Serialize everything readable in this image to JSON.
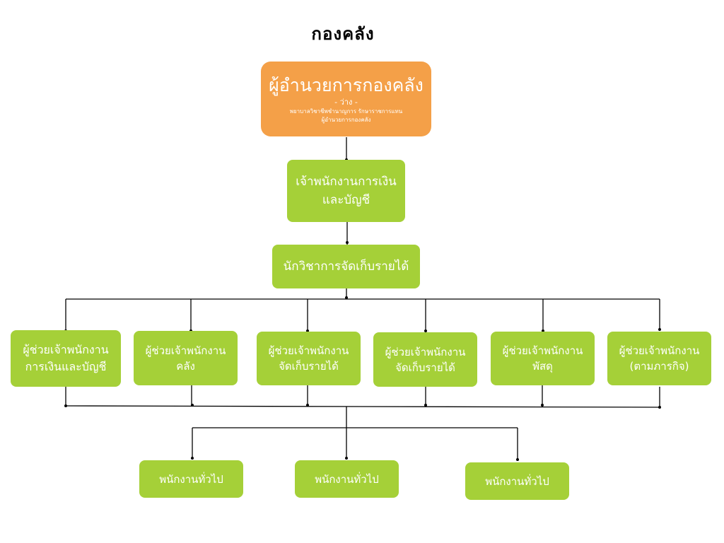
{
  "title": "กองคลัง",
  "colors": {
    "director": "#f4a048",
    "unit": "#a5d038",
    "connector": "#000000"
  },
  "director": {
    "title": "ผู้อำนวยการกองคลัง",
    "status": "- ว่าง -",
    "acting_line1": "พยาบาลวิชาชีพชำนาญการ รักษาราชการแทน",
    "acting_line2": "ผู้อำนวยการกองคลัง"
  },
  "finance_officer": {
    "line1": "เจ้าพนักงานการเงิน",
    "line2": "และบัญชี"
  },
  "revenue_officer": {
    "label": "นักวิชาการจัดเก็บรายได้"
  },
  "assistants": [
    {
      "line1": "ผู้ช่วยเจ้าพนักงาน",
      "line2": "การเงินและบัญชี"
    },
    {
      "line1": "ผู้ช่วยเจ้าพนักงาน",
      "line2": "คลัง"
    },
    {
      "line1": "ผู้ช่วยเจ้าพนักงาน",
      "line2": "จัดเก็บรายได้"
    },
    {
      "line1": "ผู้ช่วยเจ้าพนักงาน",
      "line2": "จัดเก็บรายได้"
    },
    {
      "line1": "ผู้ช่วยเจ้าพนักงาน",
      "line2": "พัสดุ"
    },
    {
      "line1": "ผู้ช่วยเจ้าพนักงาน",
      "line2": "(ตามภารกิจ)"
    }
  ],
  "general_staff": [
    {
      "label": "พนักงานทั่วไป"
    },
    {
      "label": "พนักงานทั่วไป"
    },
    {
      "label": "พนักงานทั่วไป"
    }
  ]
}
